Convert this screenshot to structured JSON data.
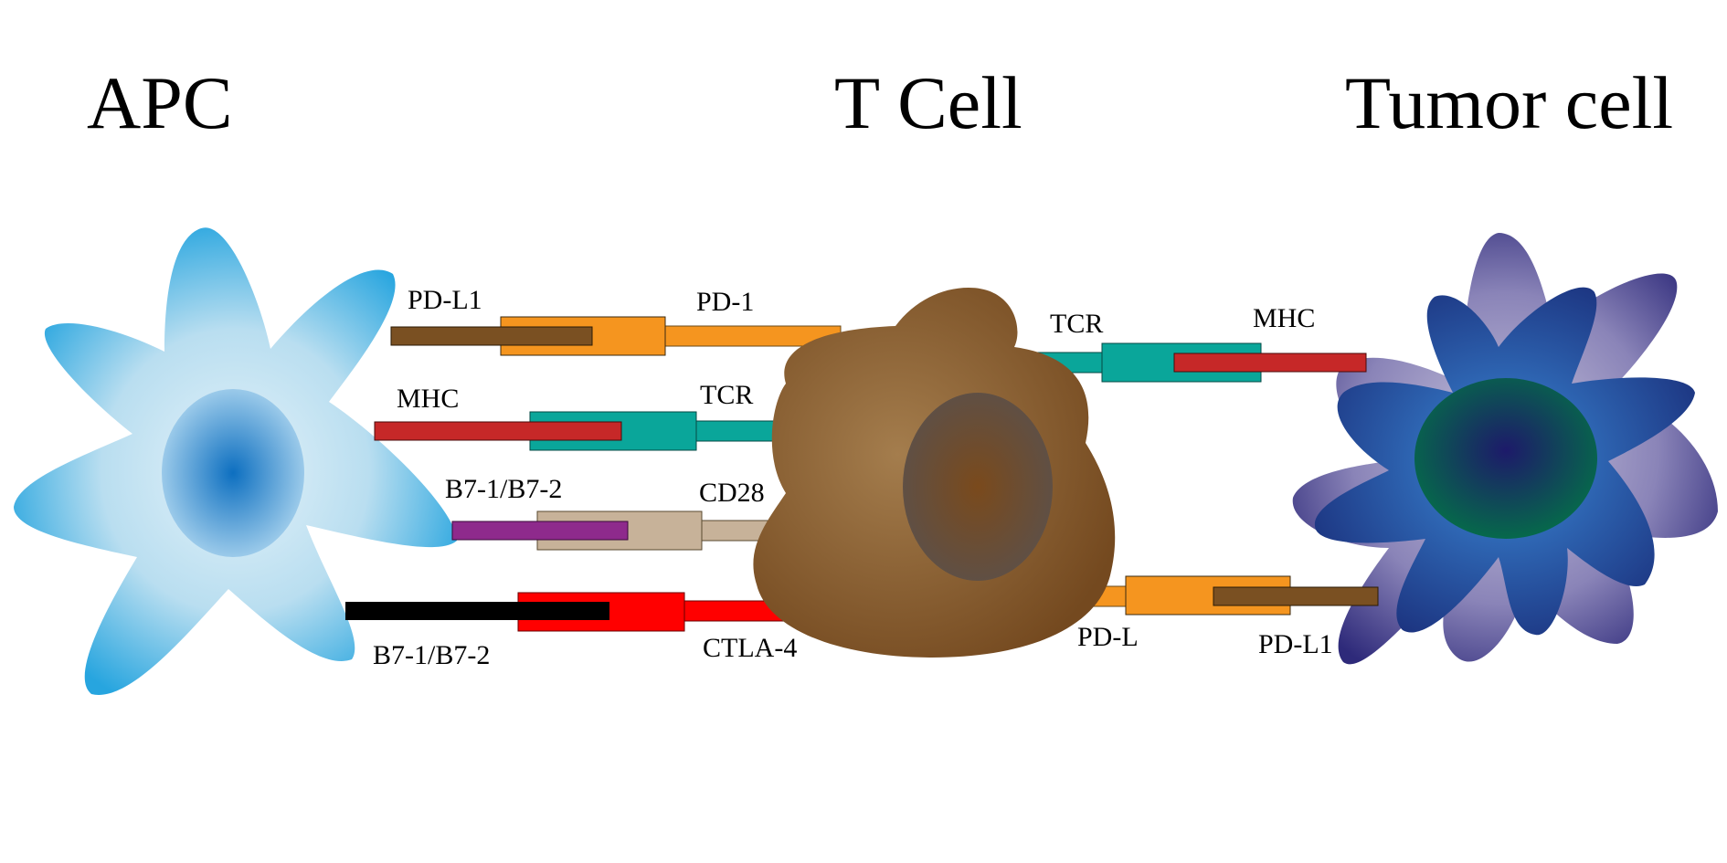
{
  "titles": {
    "apc": "APC",
    "t_cell": "T Cell",
    "tumor": "Tumor cell"
  },
  "labels": {
    "apc_pdl1": "PD-L1",
    "apc_pd1": "PD-1",
    "apc_mhc": "MHC",
    "apc_tcr": "TCR",
    "apc_b7_top": "B7-1/B7-2",
    "apc_cd28": "CD28",
    "apc_b7_bottom": "B7-1/B7-2",
    "apc_ctla4": "CTLA-4",
    "tumor_tcr": "TCR",
    "tumor_mhc": "MHC",
    "tumor_pdl": "PD-L",
    "tumor_pdl1": "PD-L1"
  },
  "colors": {
    "apc_light": "#d6ecf6",
    "apc_dark": "#2aa7e0",
    "apc_nucleus": "#1a7cc6",
    "tcell_light": "#a07a4a",
    "tcell_dark": "#7a4f26",
    "tcell_nucleus": "#5a4a40",
    "tumor_outer": "#3a3a8a",
    "tumor_inner": "#1f5cb0",
    "tumor_nucleus": "#0a6a45",
    "pdl1_brown": "#7a5022",
    "pd1_orange": "#f5951f",
    "mhc_red": "#c62828",
    "tcr_teal": "#0aa69a",
    "b7_purple": "#8e2a8c",
    "cd28_tan": "#c7b299",
    "black": "#000000",
    "ctla4_red": "#ff0000"
  }
}
